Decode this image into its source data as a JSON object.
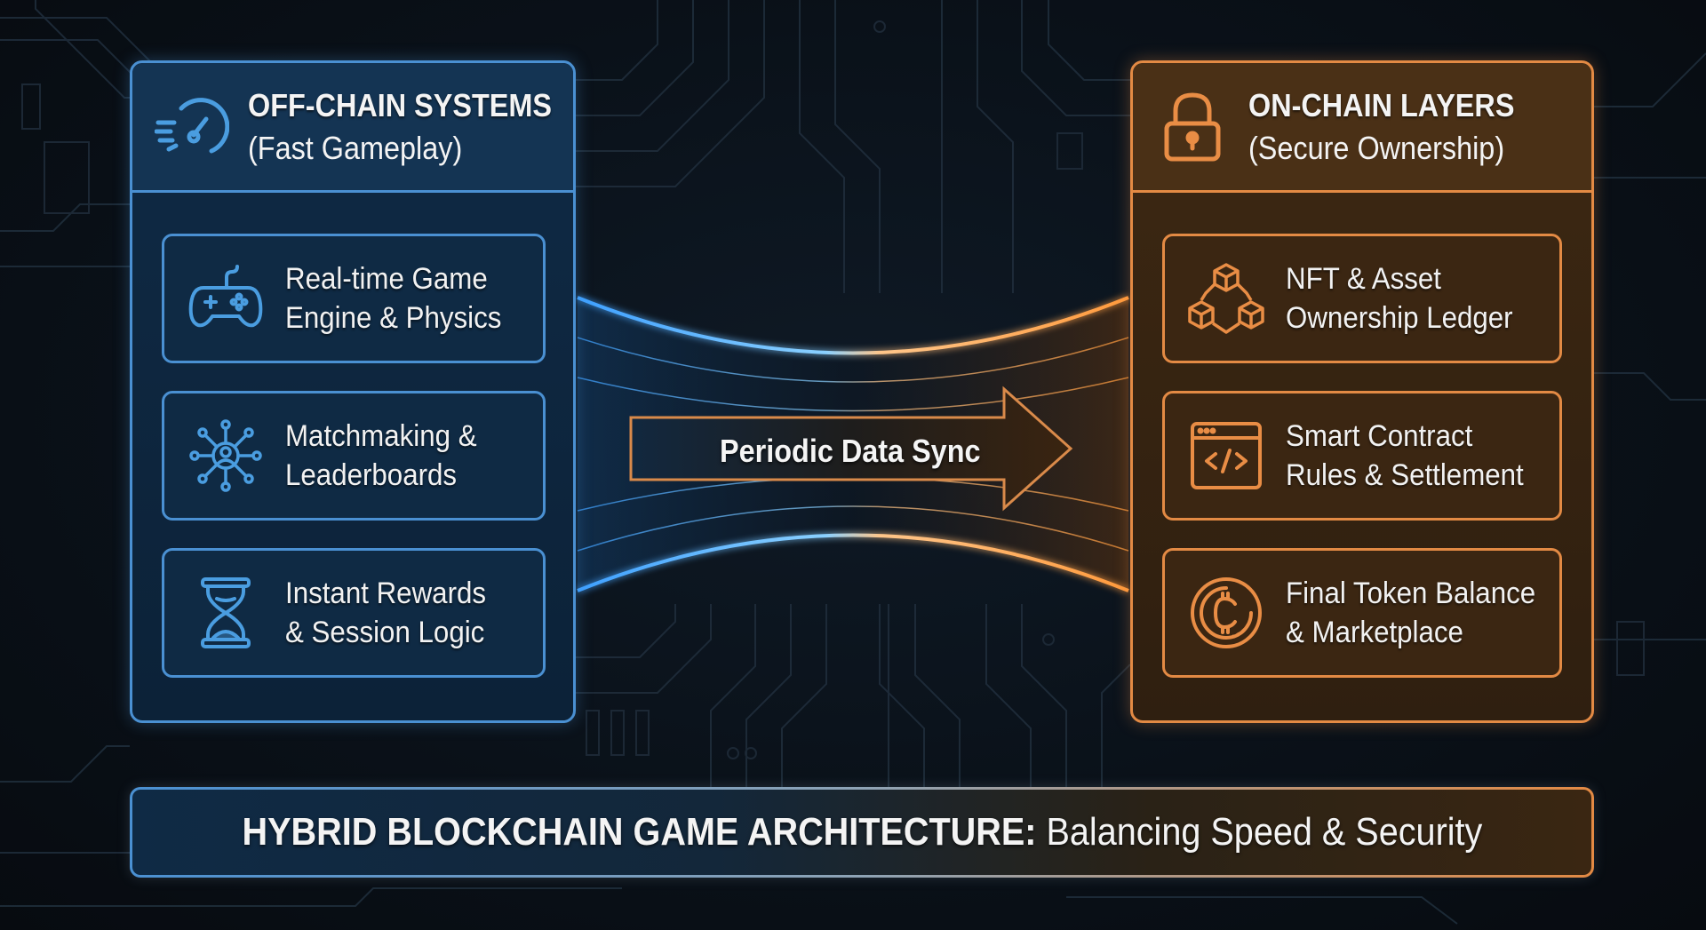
{
  "colors": {
    "background": "#0a1119",
    "offchain_accent": "#4a90d2",
    "onchain_accent": "#e38a44",
    "text": "#f4f4f4"
  },
  "offchain": {
    "icon": "speedometer-icon",
    "title": "OFF-CHAIN SYSTEMS",
    "subtitle": "(Fast Gameplay)",
    "items": [
      {
        "icon": "gamepad-icon",
        "line1": "Real-time Game",
        "line2": "Engine & Physics"
      },
      {
        "icon": "network-user-icon",
        "line1": "Matchmaking &",
        "line2": "Leaderboards"
      },
      {
        "icon": "hourglass-icon",
        "line1": "Instant Rewards",
        "line2": "& Session Logic"
      }
    ]
  },
  "onchain": {
    "icon": "padlock-icon",
    "title": "ON-CHAIN LAYERS",
    "subtitle": "(Secure Ownership)",
    "items": [
      {
        "icon": "cubes-network-icon",
        "line1": "NFT & Asset",
        "line2": "Ownership Ledger"
      },
      {
        "icon": "code-window-icon",
        "line1": "Smart Contract",
        "line2": "Rules & Settlement"
      },
      {
        "icon": "crypto-coin-icon",
        "line1": "Final Token Balance",
        "line2": "& Marketplace"
      }
    ]
  },
  "bridge": {
    "label": "Periodic Data Sync",
    "direction": "left-to-right"
  },
  "footer": {
    "bold": "HYBRID BLOCKCHAIN GAME ARCHITECTURE:",
    "regular": " Balancing Speed & Security"
  }
}
